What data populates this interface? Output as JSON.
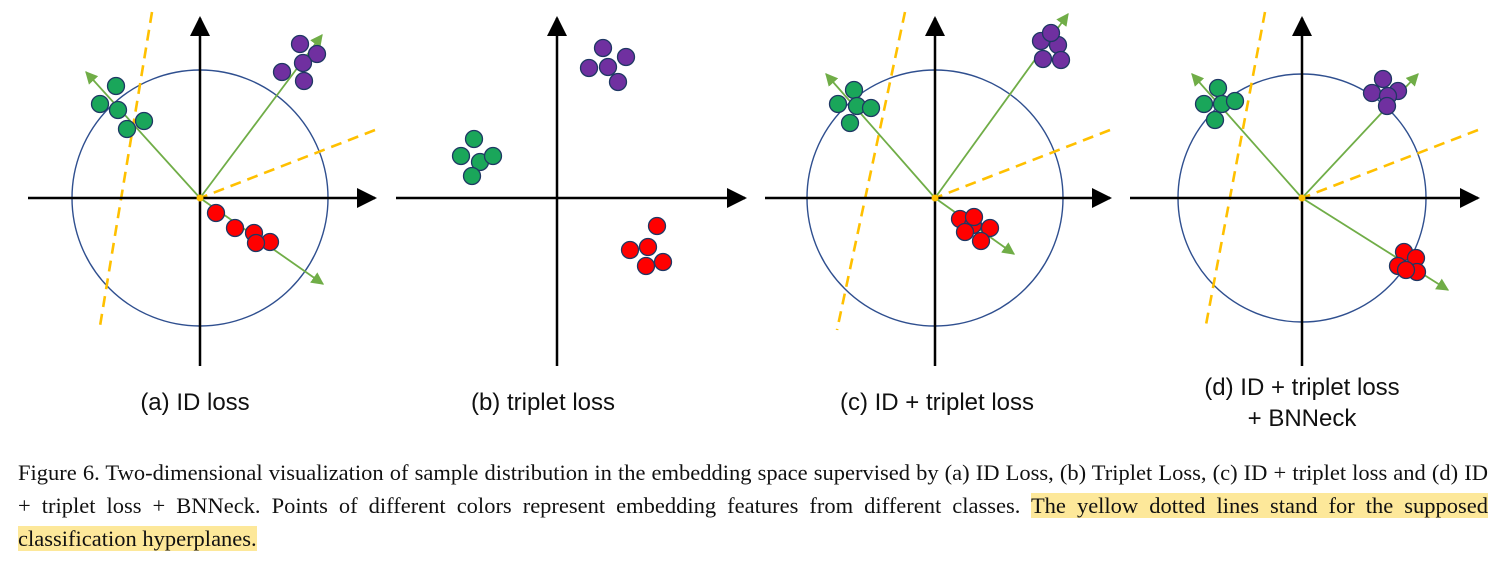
{
  "panels": [
    {
      "id": "a",
      "label_lines": [
        "(a) ID loss"
      ],
      "circle": true
    },
    {
      "id": "b",
      "label_lines": [
        "(b) triplet loss"
      ],
      "circle": false
    },
    {
      "id": "c",
      "label_lines": [
        "(c) ID + triplet loss"
      ],
      "circle": true
    },
    {
      "id": "d",
      "label_lines": [
        "(d) ID + triplet loss",
        "+ BNNeck"
      ],
      "circle": true
    }
  ],
  "caption": {
    "text": "Figure 6. Two-dimensional visualization of sample distribution in the embedding space supervised by (a) ID Loss, (b) Triplet Loss, (c) ID + triplet loss and (d) ID + triplet loss + BNNeck. Points of different colors represent embedding features from different classes. ",
    "highlight": "The yellow dotted lines stand for the supposed classification hyperplanes."
  },
  "colors": {
    "green_class": "#1aa65a",
    "purple_class": "#7030a0",
    "red_class": "#ff0000",
    "arrow": "#70ad47",
    "hyperplane": "#ffc000",
    "circle": "#2f4f8f",
    "axis": "#000000",
    "highlight": "#fde89a"
  }
}
